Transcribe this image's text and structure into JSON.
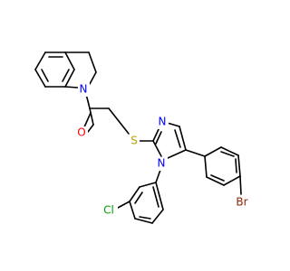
{
  "molecule": {
    "atoms": [
      {
        "id": "N_indoline",
        "label": "N",
        "color": "#0000ff"
      },
      {
        "id": "O_carbonyl",
        "label": "O",
        "color": "#ff0000"
      },
      {
        "id": "S_thioether",
        "label": "S",
        "color": "#b8a000"
      },
      {
        "id": "N_imidazole_3",
        "label": "N",
        "color": "#0000ff"
      },
      {
        "id": "N_imidazole_1",
        "label": "N",
        "color": "#0000ff"
      },
      {
        "id": "Cl",
        "label": "Cl",
        "color": "#00a000"
      },
      {
        "id": "Br",
        "label": "Br",
        "color": "#8b2500"
      }
    ]
  }
}
